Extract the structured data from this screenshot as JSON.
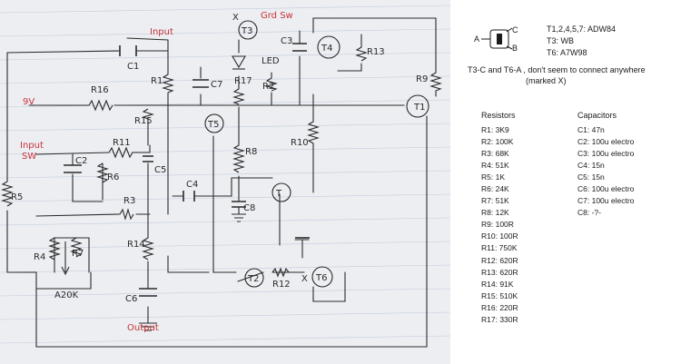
{
  "schematic": {
    "labels": {
      "input": "Input",
      "grd_sw": "Grd Sw",
      "v": "9V",
      "input_sw": "Input\nSW",
      "output": "Output",
      "led": "LED",
      "pot": "A20K",
      "x_mark": "X"
    },
    "components": {
      "C1": "C1",
      "C2": "C2",
      "C3": "C3",
      "C4": "C4",
      "C5": "C5",
      "C6": "C6",
      "C7": "C7",
      "C8": "C8",
      "R1": "R1",
      "R2": "R2",
      "R3": "R3",
      "R4": "R4",
      "R5": "R5",
      "R6": "R6",
      "R7": "R7",
      "R8": "R8",
      "R9": "R9",
      "R10": "R10",
      "R11": "R11",
      "R12": "R12",
      "R13": "R13",
      "R14": "R14",
      "R15": "R15",
      "R16": "R16",
      "R17": "R17",
      "T1": "T1",
      "T2": "T2",
      "T3": "T3",
      "T4": "T4",
      "T5": "T5",
      "T6": "T6"
    }
  },
  "transistor_legend": {
    "pins": {
      "a": "A",
      "b": "B",
      "c": "C"
    },
    "types": [
      "T1,2,4,5,7: ADW84",
      "T3: WB",
      "T6: A7W98"
    ],
    "note_line1": "T3-C and T6-A , don't seem to connect anywhere",
    "note_line2": "(marked X)"
  },
  "resistors": {
    "title": "Resistors",
    "items": [
      "R1: 3K9",
      "R2: 100K",
      "R3: 68K",
      "R4: 51K",
      "R5: 1K",
      "R6: 24K",
      "R7: 51K",
      "R8: 12K",
      "R9: 100R",
      "R10: 100R",
      "R11: 750K",
      "R12: 620R",
      "R13: 620R",
      "R14: 91K",
      "R15: 510K",
      "R16: 220R",
      "R17: 330R"
    ]
  },
  "capacitors": {
    "title": "Capacitors",
    "items": [
      "C1: 47n",
      "C2: 100u electro",
      "C3: 100u electro",
      "C4: 15n",
      "C5: 15n",
      "C6: 100u electro",
      "C7: 100u electro",
      "C8:  -?-"
    ]
  },
  "colors": {
    "ink": "#2a2a2a",
    "red_ink": "#c8323a",
    "paper": "#eceef1",
    "grid": "#9fb3cf"
  }
}
